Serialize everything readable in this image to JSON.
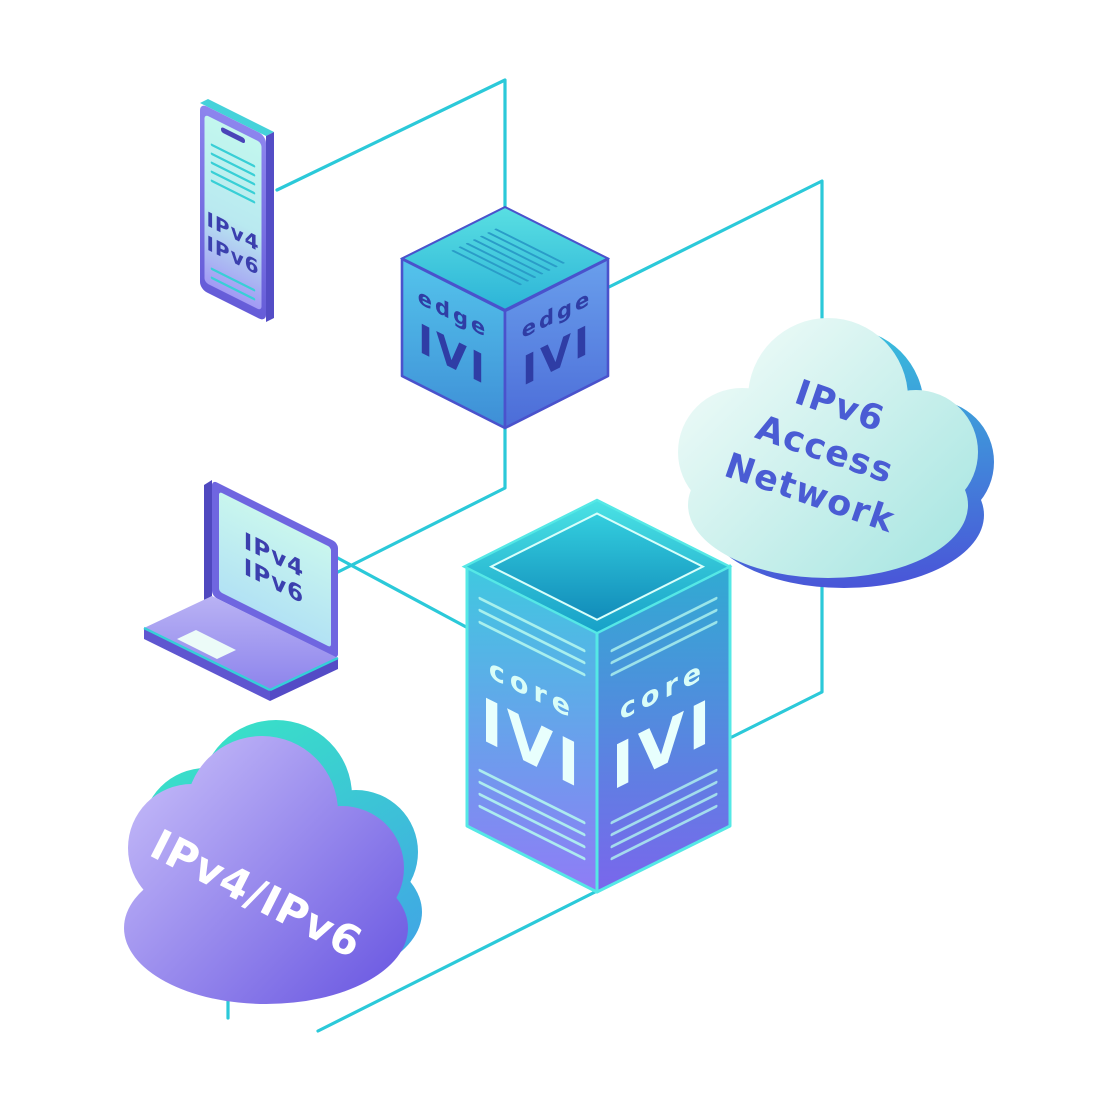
{
  "diagram": {
    "phone": {
      "line1": "IPv4",
      "line2": "IPv6"
    },
    "laptop": {
      "line1": "IPv4",
      "line2": "IPv6"
    },
    "edge_cube": {
      "label": "edge",
      "logo": "IVI"
    },
    "core_server": {
      "label": "core",
      "logo": "IVI"
    },
    "access_cloud": {
      "line1": "IPv6",
      "line2": "Access",
      "line3": "Network"
    },
    "dual_stack_cloud": {
      "label": "IPv4/IPv6"
    }
  },
  "colors": {
    "connector_cyan": "#2bc9d9",
    "device_navy_text": "#3b3fae",
    "edge_cube_text": "#2f3da5",
    "core_text_light": "#d9fdf8",
    "access_cloud_text": "#4a5cd4",
    "dual_stack_cloud_text": "#ffffff",
    "purple_accent": "#6a58e0",
    "teal_accent": "#35e0c6",
    "blue_accent": "#4a55d8"
  }
}
